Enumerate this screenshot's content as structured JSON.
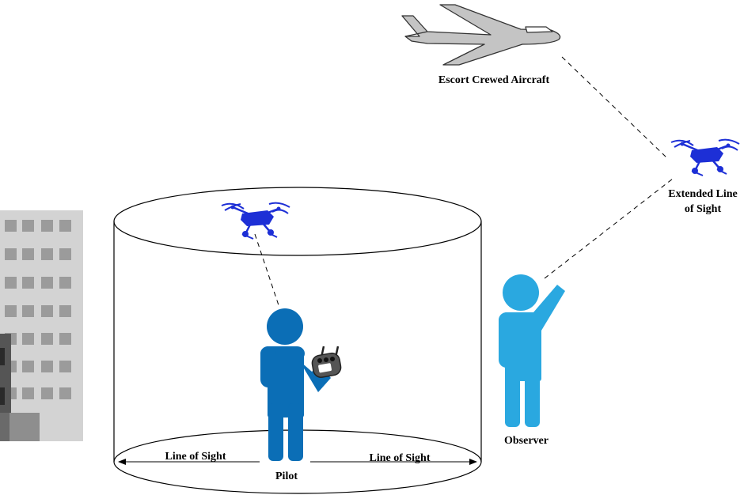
{
  "labels": {
    "escort_aircraft": "Escort Crewed Aircraft",
    "extended_line_1": "Extended Line",
    "extended_line_2": "of Sight",
    "observer": "Observer",
    "pilot": "Pilot",
    "line_of_sight_left": "Line of Sight",
    "line_of_sight_right": "Line of Sight"
  },
  "colors": {
    "pilot": "#0b6eb6",
    "observer": "#2aa8e0",
    "drone": "#1d2fd6",
    "aircraft": "#c4c4c4",
    "aircraft_outline": "#333333",
    "building": "#d3d3d3",
    "building_window": "#9b9b9b",
    "building_dark": "#444444"
  },
  "icons": {
    "aircraft": "airplane-icon",
    "drone": "quadcopter-icon",
    "controller": "remote-controller-icon",
    "building": "office-building-icon"
  }
}
